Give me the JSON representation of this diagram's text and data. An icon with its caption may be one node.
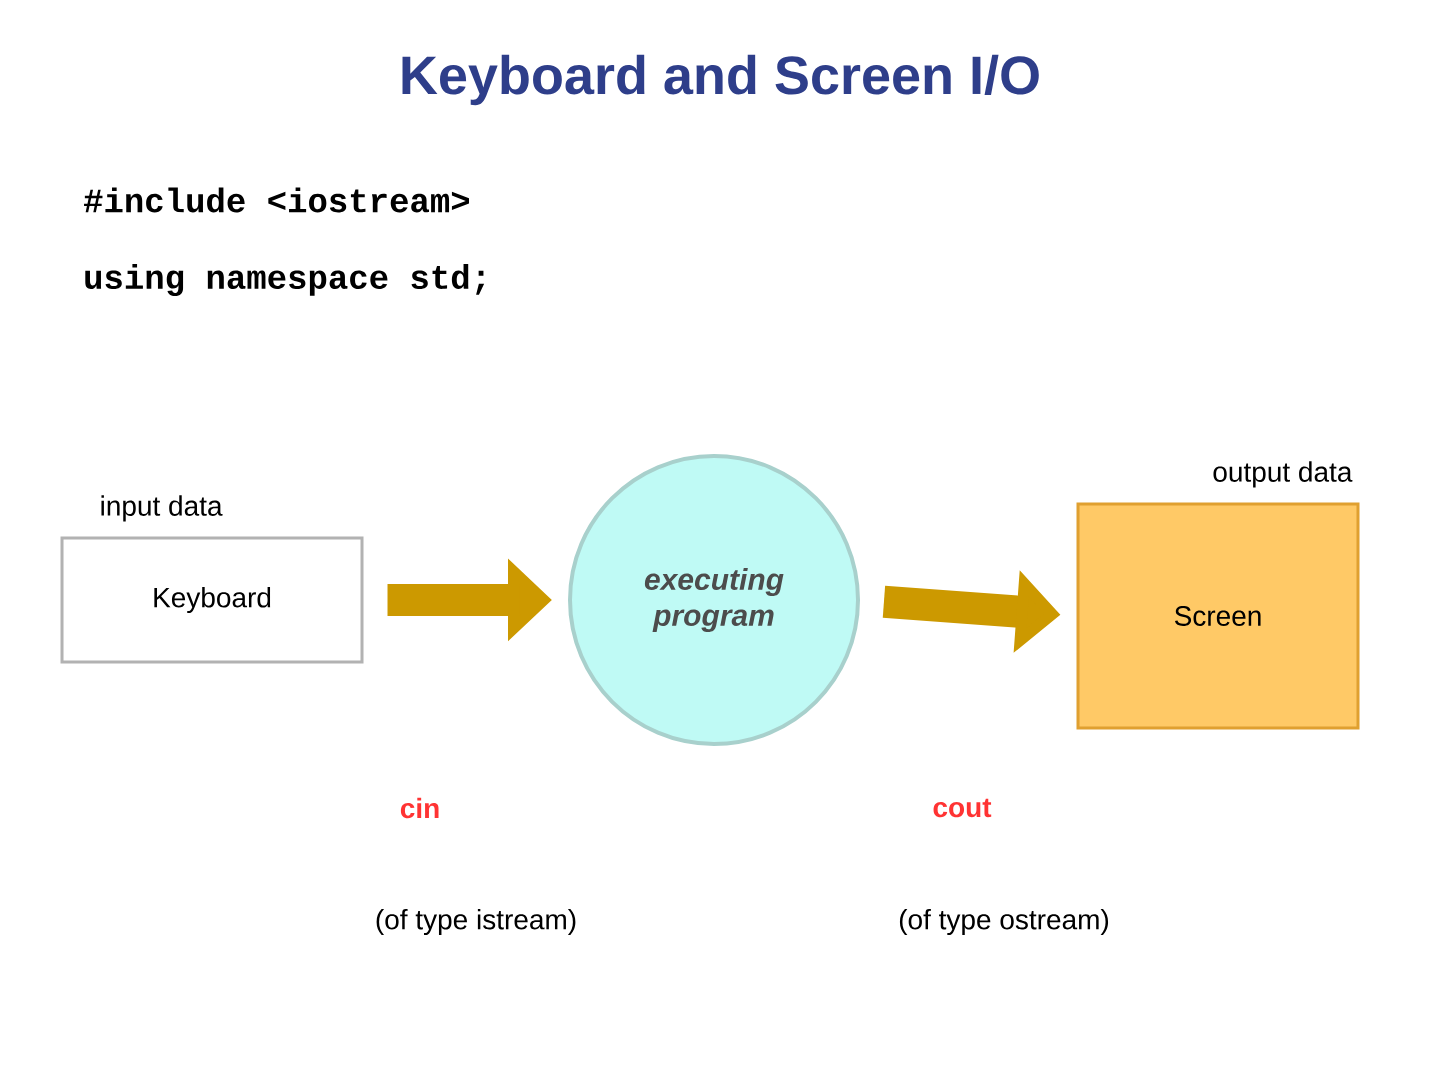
{
  "diagram": {
    "title": "Keyboard and Screen I/O",
    "nodes": [
      {
        "text": [
          "input data",
          "Keyboard"
        ]
      },
      {
        "text": [
          "executing program"
        ]
      },
      {
        "text": [
          "output data",
          "Screen"
        ]
      }
    ],
    "edges": [
      {
        "from": 0,
        "to": 1,
        "arrow": "to",
        "color": "#cc9900"
      },
      {
        "from": 1,
        "to": 2,
        "arrow": "to",
        "color": "#cc9900"
      }
    ],
    "labels": [
      "#include <iostream>",
      "using namespace std;",
      "cin",
      "cout",
      "(of type istream)",
      "(of type ostream)"
    ]
  }
}
